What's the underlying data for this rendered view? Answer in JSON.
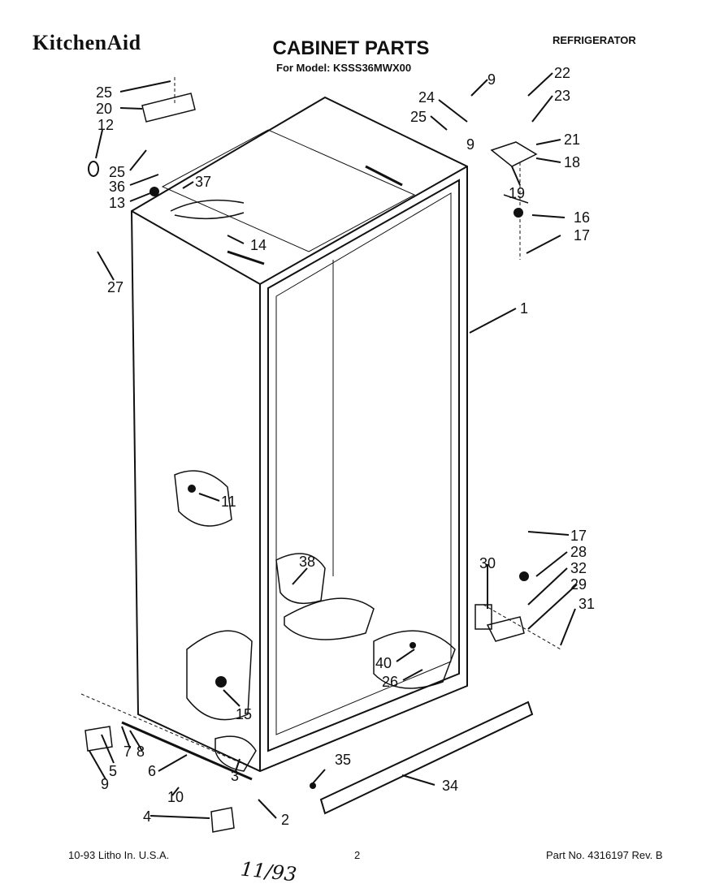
{
  "header": {
    "brand": "KitchenAid",
    "title": "CABINET PARTS",
    "model_line": "For Model: KSSS36MWX00",
    "category": "REFRIGERATOR"
  },
  "footer": {
    "litho": "10-93 Litho In. U.S.A.",
    "page": "2",
    "part_no": "Part No. 4316197 Rev. B",
    "handwritten": "11/93"
  },
  "callouts": [
    "25",
    "20",
    "12",
    "25",
    "36",
    "13",
    "37",
    "14",
    "27",
    "24",
    "25",
    "9",
    "9",
    "22",
    "23",
    "21",
    "18",
    "19",
    "16",
    "17",
    "1",
    "11",
    "38",
    "17",
    "28",
    "32",
    "30",
    "29",
    "31",
    "40",
    "26",
    "15",
    "3",
    "5",
    "7",
    "8",
    "6",
    "9",
    "10",
    "4",
    "2",
    "35",
    "34"
  ]
}
